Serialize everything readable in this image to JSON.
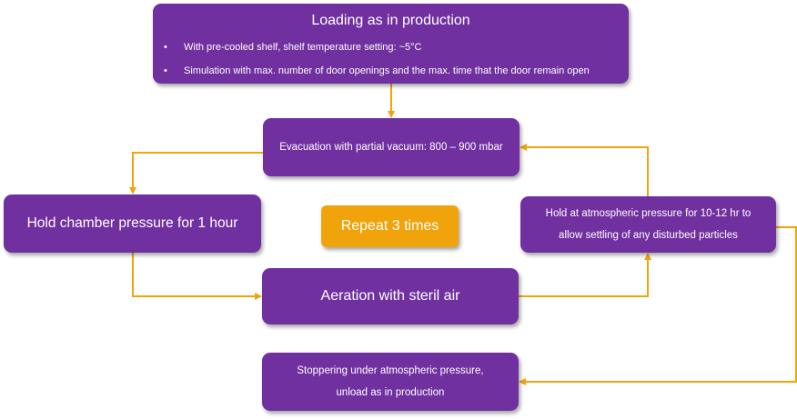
{
  "boxes": {
    "load": {
      "title": "Loading as in production",
      "bullets": [
        "With pre-cooled shelf, shelf temperature setting: ~5°C",
        "Simulation with max. number of door openings and the max. time that the door remain open"
      ]
    },
    "evacuation": "Evacuation with partial vacuum: 800 – 900 mbar",
    "hold_chamber": "Hold chamber pressure for 1 hour",
    "repeat": "Repeat 3 times",
    "hold_atmospheric": {
      "line1": "Hold at atmospheric pressure for 10-12 hr to",
      "line2": "allow settling of any disturbed particles"
    },
    "aeration": "Aeration with steril air",
    "stoppering": {
      "line1": "Stoppering under atmospheric pressure,",
      "line2": "unload as in production"
    }
  },
  "bullet_symbol": "•",
  "colors": {
    "box": "#7030a0",
    "repeat_box": "#f0a30a",
    "arrow": "#f0a30a",
    "text": "#ffffff"
  }
}
